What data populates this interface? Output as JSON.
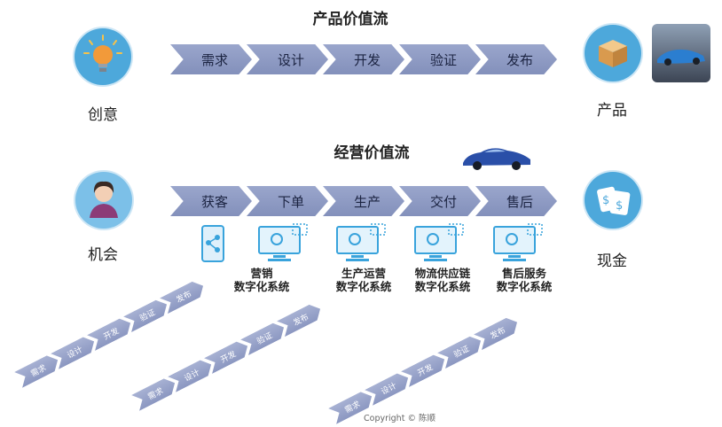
{
  "product_stream": {
    "title": "产品价值流",
    "steps": [
      "需求",
      "设计",
      "开发",
      "验证",
      "发布"
    ],
    "start_label": "创意",
    "end_label": "产品"
  },
  "business_stream": {
    "title": "经营价值流",
    "steps": [
      "获客",
      "下单",
      "生产",
      "交付",
      "售后"
    ],
    "start_label": "机会",
    "end_label": "现金"
  },
  "systems": [
    {
      "line1": "营销",
      "line2": "数字化系统"
    },
    {
      "line1": "生产运营",
      "line2": "数字化系统"
    },
    {
      "line1": "物流供应链",
      "line2": "数字化系统"
    },
    {
      "line1": "售后服务",
      "line2": "数字化系统"
    }
  ],
  "mini_streams": [
    {
      "steps": [
        "需求",
        "设计",
        "开发",
        "验证",
        "发布"
      ]
    },
    {
      "steps": [
        "需求",
        "设计",
        "开发",
        "验证",
        "发布"
      ]
    },
    {
      "steps": [
        "需求",
        "设计",
        "开发",
        "验证",
        "发布"
      ]
    }
  ],
  "copyright": "Copyright © 陈顺",
  "colors": {
    "chevron": "#8d99c3",
    "circle": "#4da8db",
    "car": "#2a4fa8"
  }
}
